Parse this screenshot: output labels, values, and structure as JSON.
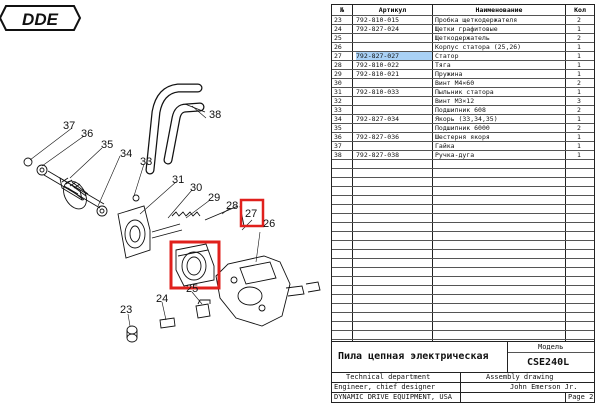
{
  "logo": {
    "text": "DDE"
  },
  "diagram": {
    "callouts": [
      "38",
      "37",
      "36",
      "35",
      "34",
      "33",
      "31",
      "30",
      "29",
      "28",
      "27",
      "26",
      "25",
      "24",
      "23"
    ]
  },
  "table": {
    "headers": {
      "num": "№",
      "article": "Артикул",
      "name": "Наименование",
      "qty": "Кол"
    },
    "rows": [
      {
        "num": "23",
        "article": "792-810-015",
        "name": "Пробка щеткодержателя",
        "qty": "2"
      },
      {
        "num": "24",
        "article": "792-827-024",
        "name": "Щетки графитовые",
        "qty": "1"
      },
      {
        "num": "25",
        "article": "",
        "name": "Щеткодержатель",
        "qty": "2"
      },
      {
        "num": "26",
        "article": "",
        "name": "Корпус статора (25,26)",
        "qty": "1"
      },
      {
        "num": "27",
        "article": "792-827-027",
        "name": "Статор",
        "qty": "1"
      },
      {
        "num": "28",
        "article": "792-810-022",
        "name": "Тяга",
        "qty": "1"
      },
      {
        "num": "29",
        "article": "792-810-021",
        "name": "Пружина",
        "qty": "1"
      },
      {
        "num": "30",
        "article": "",
        "name": "Винт М4×60",
        "qty": "2"
      },
      {
        "num": "31",
        "article": "792-810-033",
        "name": "Пыльник статора",
        "qty": "1"
      },
      {
        "num": "32",
        "article": "",
        "name": "Винт М3×12",
        "qty": "3"
      },
      {
        "num": "33",
        "article": "",
        "name": "Подшипник 608",
        "qty": "2"
      },
      {
        "num": "34",
        "article": "792-827-034",
        "name": "Якорь (33,34,35)",
        "qty": "1"
      },
      {
        "num": "35",
        "article": "",
        "name": "Подшипник 6000",
        "qty": "2"
      },
      {
        "num": "36",
        "article": "792-827-036",
        "name": "Шестерня якоря",
        "qty": "1"
      },
      {
        "num": "37",
        "article": "",
        "name": "Гайка",
        "qty": "1"
      },
      {
        "num": "38",
        "article": "792-827-038",
        "name": "Ручка-дуга",
        "qty": "1"
      }
    ],
    "highlighted_row": "27"
  },
  "titleblock": {
    "model_label": "Модель",
    "title": "Пила цепная электрическая",
    "model": "CSE240L",
    "dept": "Technical department",
    "doc_type": "Assembly drawing",
    "engineer_role": "Engineer, chief designer",
    "engineer_name": "John Emerson Jr.",
    "company": "DYNAMIC DRIVE EQUIPMENT, USA",
    "page": "Page 2"
  },
  "colors": {
    "highlight": "#a9d1f5",
    "callout_box": "#e0201c"
  }
}
